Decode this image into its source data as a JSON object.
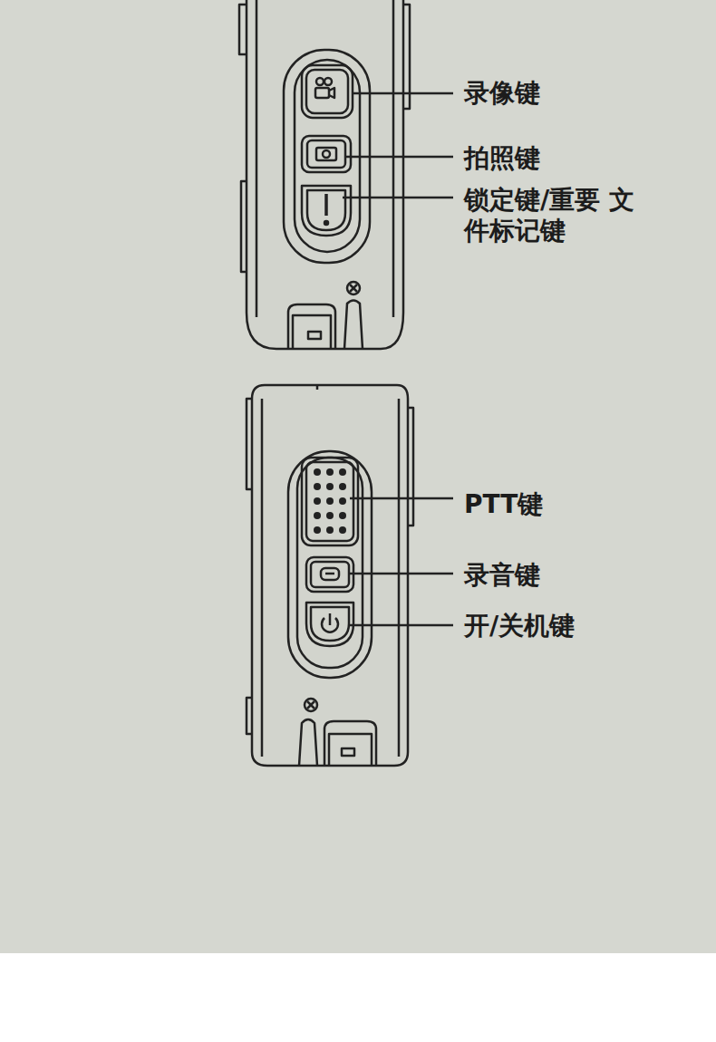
{
  "diagram": {
    "labels": [
      "录像键",
      "拍照键",
      "锁定键/重要 文件标记键",
      "PTT键",
      "录音键",
      "开/关机键"
    ]
  }
}
